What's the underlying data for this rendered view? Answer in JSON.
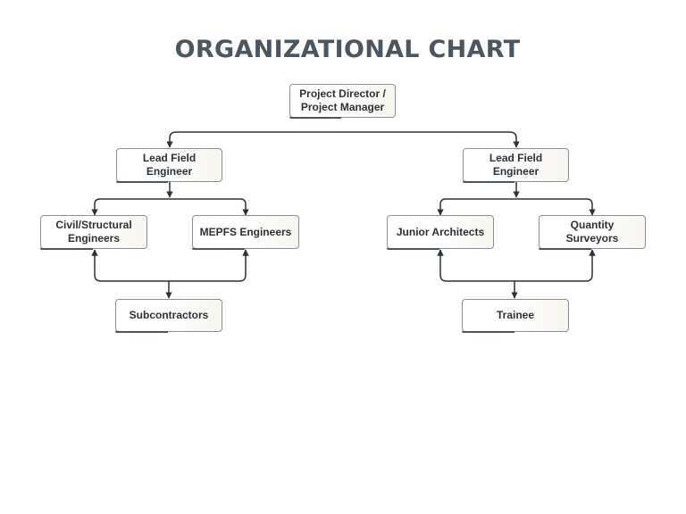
{
  "title": "ORGANIZATIONAL CHART",
  "nodes": {
    "director": "Project Director / Project Manager",
    "lead_left": "Lead Field Engineer",
    "lead_right": "Lead Field Engineer",
    "civil": "Civil/Structural Engineers",
    "mepfs": "MEPFS Engineers",
    "junior": "Junior Architects",
    "quantity": "Quantity Surveyors",
    "subcontractors": "Subcontractors",
    "trainee": "Trainee"
  },
  "colors": {
    "title": "#4a5662",
    "connector": "#2c3238",
    "border": "#8b8f94",
    "accent": "#4a5662"
  }
}
